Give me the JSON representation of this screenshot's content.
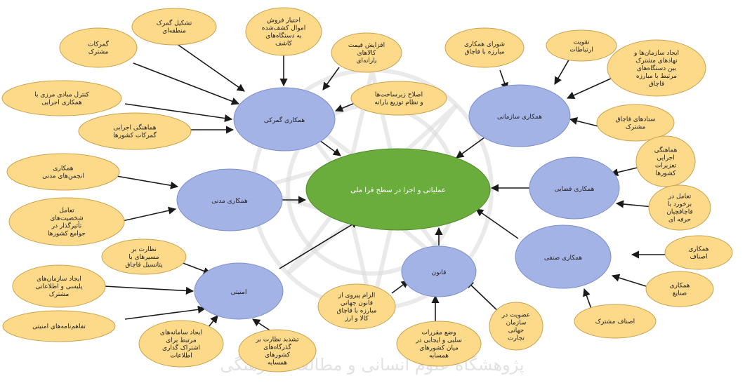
{
  "center": {
    "label": "عملیاتی و اجرا در سطح فرا ملی"
  },
  "hubs": {
    "customs": "همکاری گمرکی",
    "organizational": "همکاری سازمانی",
    "judicial": "همکاری قضایی",
    "guild": "همکاری صنفی",
    "law": "قانون",
    "security": "امنیتی",
    "civil": "همکاری مدنی"
  },
  "leaves": {
    "c1": [
      "تشکیل گمرک",
      "منطقه‌ای"
    ],
    "c2": [
      "احتیار فروش",
      "اموال کشف‌شده",
      "به دستگاه‌های",
      "کاشف"
    ],
    "c3": [
      "گمرکات",
      "مشترک"
    ],
    "c4": [
      "افزایش قیمت",
      "کالاهای",
      "یارانه‌ای"
    ],
    "c5": [
      "کنترل مبادی مرزی با",
      "همکاری اجرایی"
    ],
    "c6": [
      "اصلاح زیرساخت‌ها",
      "و نظام توزیع یارانه"
    ],
    "c7": [
      "هماهنگی اجرایی",
      "گمرکات کشورها"
    ],
    "o1": [
      "شورای همکاری",
      "مبارزه با قاچاق"
    ],
    "o2": [
      "تقویت",
      "ارتباطات"
    ],
    "o3": [
      "ایجاد سازمان‌ها و",
      "نهادهای مشترک",
      "بین دستگاه‌های",
      "مرتبط با مبارزه",
      "قاچاق"
    ],
    "o4": [
      "ستادهای قاچاق",
      "مشترک"
    ],
    "j1": [
      "هماهنگی",
      "اجرایی",
      "تعزیرات",
      "کشورها"
    ],
    "j2": [
      "تعامل در",
      "برخورد با",
      "قاچاقچیان",
      "حرفه ای"
    ],
    "g1": [
      "همکاری",
      "اصناف"
    ],
    "g2": [
      "همکاری",
      "صنایع"
    ],
    "g3": [
      "اصناف مشترک"
    ],
    "l1": [
      "الزام پیروی از",
      "قانون جهانی",
      "مبارزه با قاچاق",
      "کالا و ارز"
    ],
    "l2": [
      "عضویت در",
      "سازمان",
      "جهانی",
      "تجارت"
    ],
    "l3": [
      "وضع مقررات",
      "سلبی و ایجابی در",
      "میان کشورهای",
      "همسایه"
    ],
    "s1": [
      "نظارت بر",
      "مسیرهای با",
      "پتانسیل قاچاق"
    ],
    "s2": [
      "ایجاد سازمان‌های",
      "پلیسی و اطلاعاتی",
      "مشترک"
    ],
    "s3": [
      "تفاهم‌نامه‌های امنیتی"
    ],
    "s4": [
      "ایجاد سامانه‌های",
      "مرتبط برای",
      "اشتراک گذاری",
      "اطلاعات"
    ],
    "s5": [
      "تشدید نظارت بر",
      "گذرگاه‌های",
      "کشورهای",
      "همسایه"
    ],
    "m1": [
      "همکاری",
      "انجمن‌های مدنی"
    ],
    "m2": [
      "تعامل",
      "شخصیت‌های",
      "تأثیرگذار در",
      "جوامع کشورها"
    ]
  },
  "watermark": {
    "text": "پژوهشگاه علوم انسانی و مطالعات فرهنگی"
  },
  "colors": {
    "leaf": "#fdd98a",
    "hub": "#a4b3e6",
    "center": "#6aad3d",
    "arrow": "#1a1a1a"
  }
}
